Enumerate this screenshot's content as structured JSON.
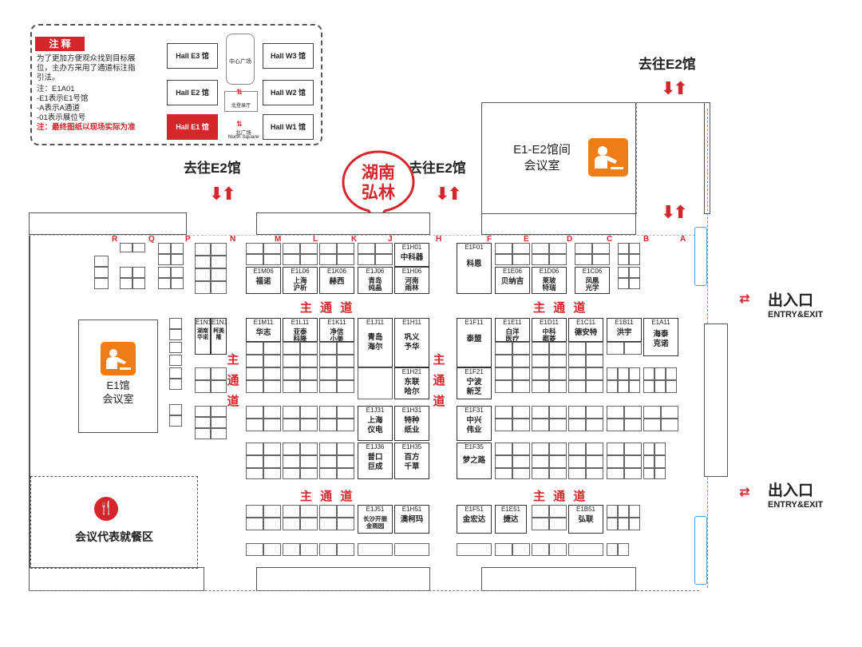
{
  "legend": {
    "title": "注 释",
    "lines": [
      "为了更加方便观众找到目标展",
      "位，主办方采用了通道标注指",
      "引法。",
      "注：E1A01",
      "-E1表示E1号馆",
      "-A表示A通道",
      "-01表示展位号"
    ],
    "note": "注：最终图纸以现场实际为准",
    "halls": {
      "e3": "Hall E3 馆",
      "e2": "Hall E2 馆",
      "e1": "Hall E1 馆",
      "w3": "Hall W3 馆",
      "w2": "Hall W2 馆",
      "w1": "Hall W1 馆",
      "center": "中心广场",
      "north_hall": "北登录厅",
      "north_square": "北广场",
      "north_square_en": "North Square"
    }
  },
  "callout": "湖南弘林",
  "goto": {
    "left": "去往E2馆",
    "mid": "去往E2馆",
    "right": "去往E2馆"
  },
  "meeting_room_e1e2": "E1-E2馆间\n会议室",
  "meeting_room_e1": "E1馆\n会议室",
  "dining": "会议代表就餐区",
  "entries": [
    {
      "cn": "出入口",
      "en": "ENTRY&EXIT"
    },
    {
      "cn": "出入口",
      "en": "ENTRY&EXIT"
    }
  ],
  "aisles": {
    "main_top_left": "主 通 道",
    "main_top_right": "主 通 道",
    "main_bottom_left": "主 通 道",
    "main_bottom_right": "主 通 道",
    "vertical": "主通道"
  },
  "columns": [
    "R",
    "Q",
    "P",
    "N",
    "M",
    "L",
    "K",
    "J",
    "H",
    "F",
    "E",
    "D",
    "C",
    "B",
    "A"
  ],
  "booths": {
    "b1": {
      "code": "E1M06",
      "name": "福诺"
    },
    "b2": {
      "code": "E1L06",
      "name": "上海\n沪析"
    },
    "b3": {
      "code": "E1K06",
      "name": "赫西"
    },
    "b4": {
      "code": "E1J06",
      "name": "青岛\n纯晶"
    },
    "b5": {
      "code": "E1H06",
      "name": "河南\n雨林"
    },
    "b6": {
      "code": "E1H01",
      "name": "中科器"
    },
    "b7": {
      "code": "E1F01",
      "name": "科恩"
    },
    "b8": {
      "code": "E1E06",
      "name": "贝纳吉"
    },
    "b9": {
      "code": "E1D06",
      "name": "莱玻\n特瑞"
    },
    "b10": {
      "code": "E1C06",
      "name": "凤凰\n光学"
    },
    "b11": {
      "code": "E1M11",
      "name": "华志"
    },
    "b12": {
      "code": "E1L11",
      "name": "亚泰\n科隆"
    },
    "b13": {
      "code": "E1K11",
      "name": "净信\n小美"
    },
    "b14": {
      "code": "E1J11",
      "name": "青岛\n海尔"
    },
    "b15": {
      "code": "E1H11",
      "name": "巩义\n予华"
    },
    "b16": {
      "code": "E1F11",
      "name": "泰盟"
    },
    "b17": {
      "code": "E1E11",
      "name": "白洋\n医疗"
    },
    "b18": {
      "code": "E1D11",
      "name": "中科\n都菱"
    },
    "b19": {
      "code": "E1C11",
      "name": "德安特"
    },
    "b20": {
      "code": "E1B11",
      "name": "洪宇"
    },
    "b21": {
      "code": "E1A11",
      "name": "海泰\n克诺"
    },
    "b22": {
      "code": "E1J31",
      "name": "上海\n仪电"
    },
    "b23": {
      "code": "E1H31",
      "name": "特种\n纸业"
    },
    "b24": {
      "code": "E1F31",
      "name": "中兴\n伟业"
    },
    "b25": {
      "code": "E1J36",
      "name": "普口\n巨成"
    },
    "b26": {
      "code": "E1H35",
      "name": "百方\n千草"
    },
    "b27": {
      "code": "E1F35",
      "name": "梦之路"
    },
    "b28": {
      "code": "E1J51",
      "name": "长沙开振\n金雨园"
    },
    "b29": {
      "code": "E1H51",
      "name": "澳柯玛"
    },
    "b30": {
      "code": "E1F51",
      "name": "金宏达"
    },
    "b31": {
      "code": "E1E51",
      "name": "捷达"
    },
    "b32": {
      "code": "E1B51",
      "name": "弘联"
    },
    "b33": {
      "code": "E1F21",
      "name": "宁波\n新芝"
    },
    "b34": {
      "code": "E1H21",
      "name": "东联\n哈尔"
    },
    "b35": {
      "code": "E1N15",
      "name": "湖南\n华诺"
    },
    "b36": {
      "code": "E1N11",
      "name": "柯美\n隆"
    }
  },
  "colors": {
    "accent_red": "#d6252b",
    "orange": "#ef7d16",
    "stair_blue": "#4aa3d8"
  }
}
